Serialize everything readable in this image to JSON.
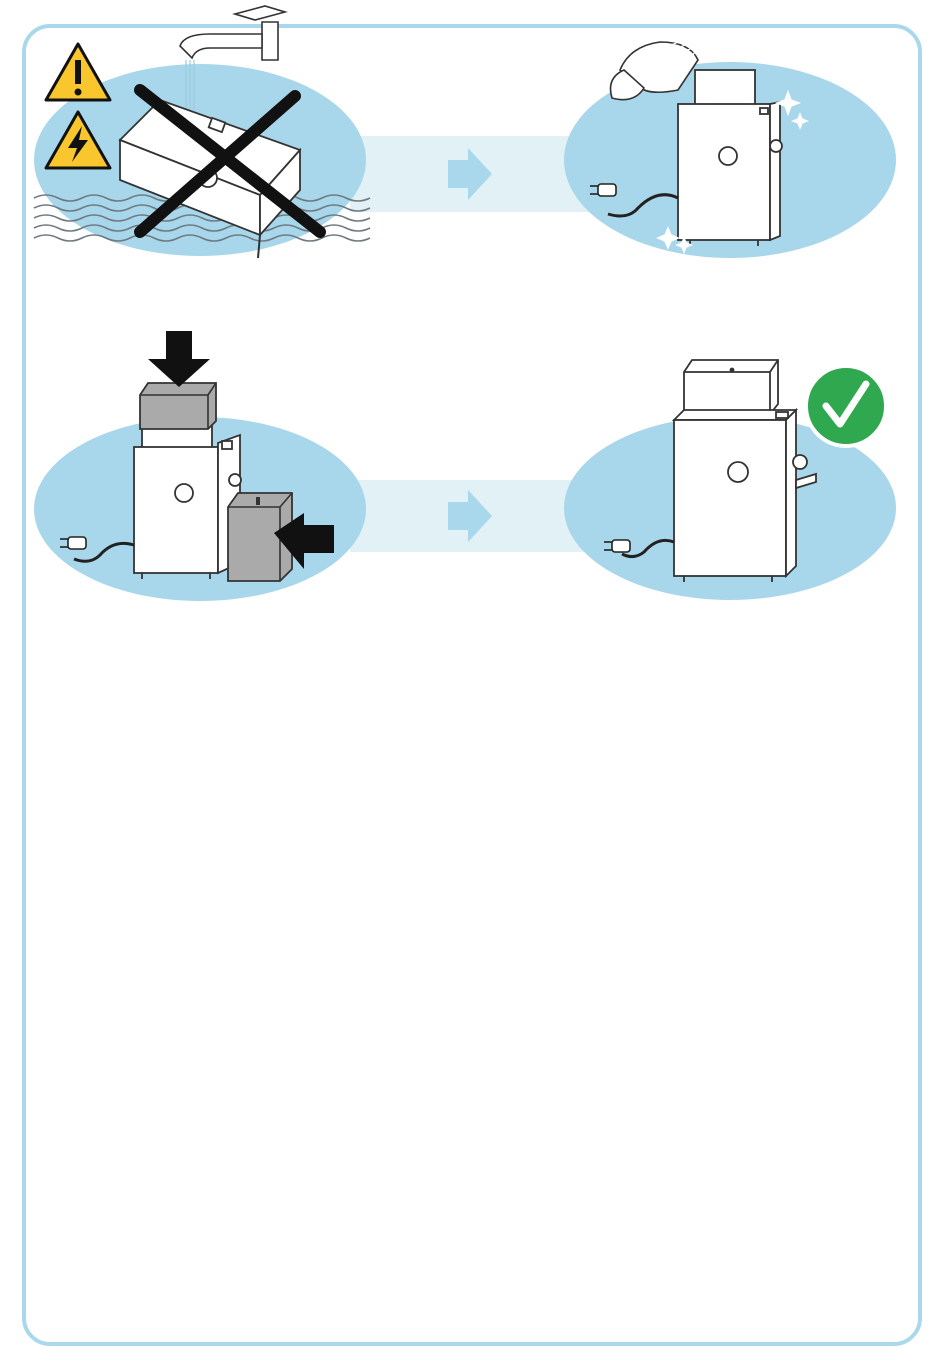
{
  "colors": {
    "frame": "#a9d8ea",
    "oval": "#a8d6eb",
    "arrow_band": "#e1f1f6",
    "arrow": "#a9d8ec",
    "warning": "#f9c72d",
    "check": "#2fa84f",
    "water_lines": "#6e7a80",
    "device_fill": "#ffffff",
    "part_grey": "#aaaaaa"
  },
  "icons": {
    "warning_general": "warning-exclamation-icon",
    "warning_electric": "warning-electric-icon",
    "prohibited": "cross-out-icon",
    "approved": "checkmark-icon",
    "flow": "right-arrow-icon"
  },
  "steps": [
    {
      "id": "no-water-immersion",
      "status": "prohibited"
    },
    {
      "id": "wipe-with-cloth",
      "status": "allowed"
    },
    {
      "id": "reassemble-parts",
      "status": "action"
    },
    {
      "id": "assembled-ready",
      "status": "approved"
    }
  ]
}
